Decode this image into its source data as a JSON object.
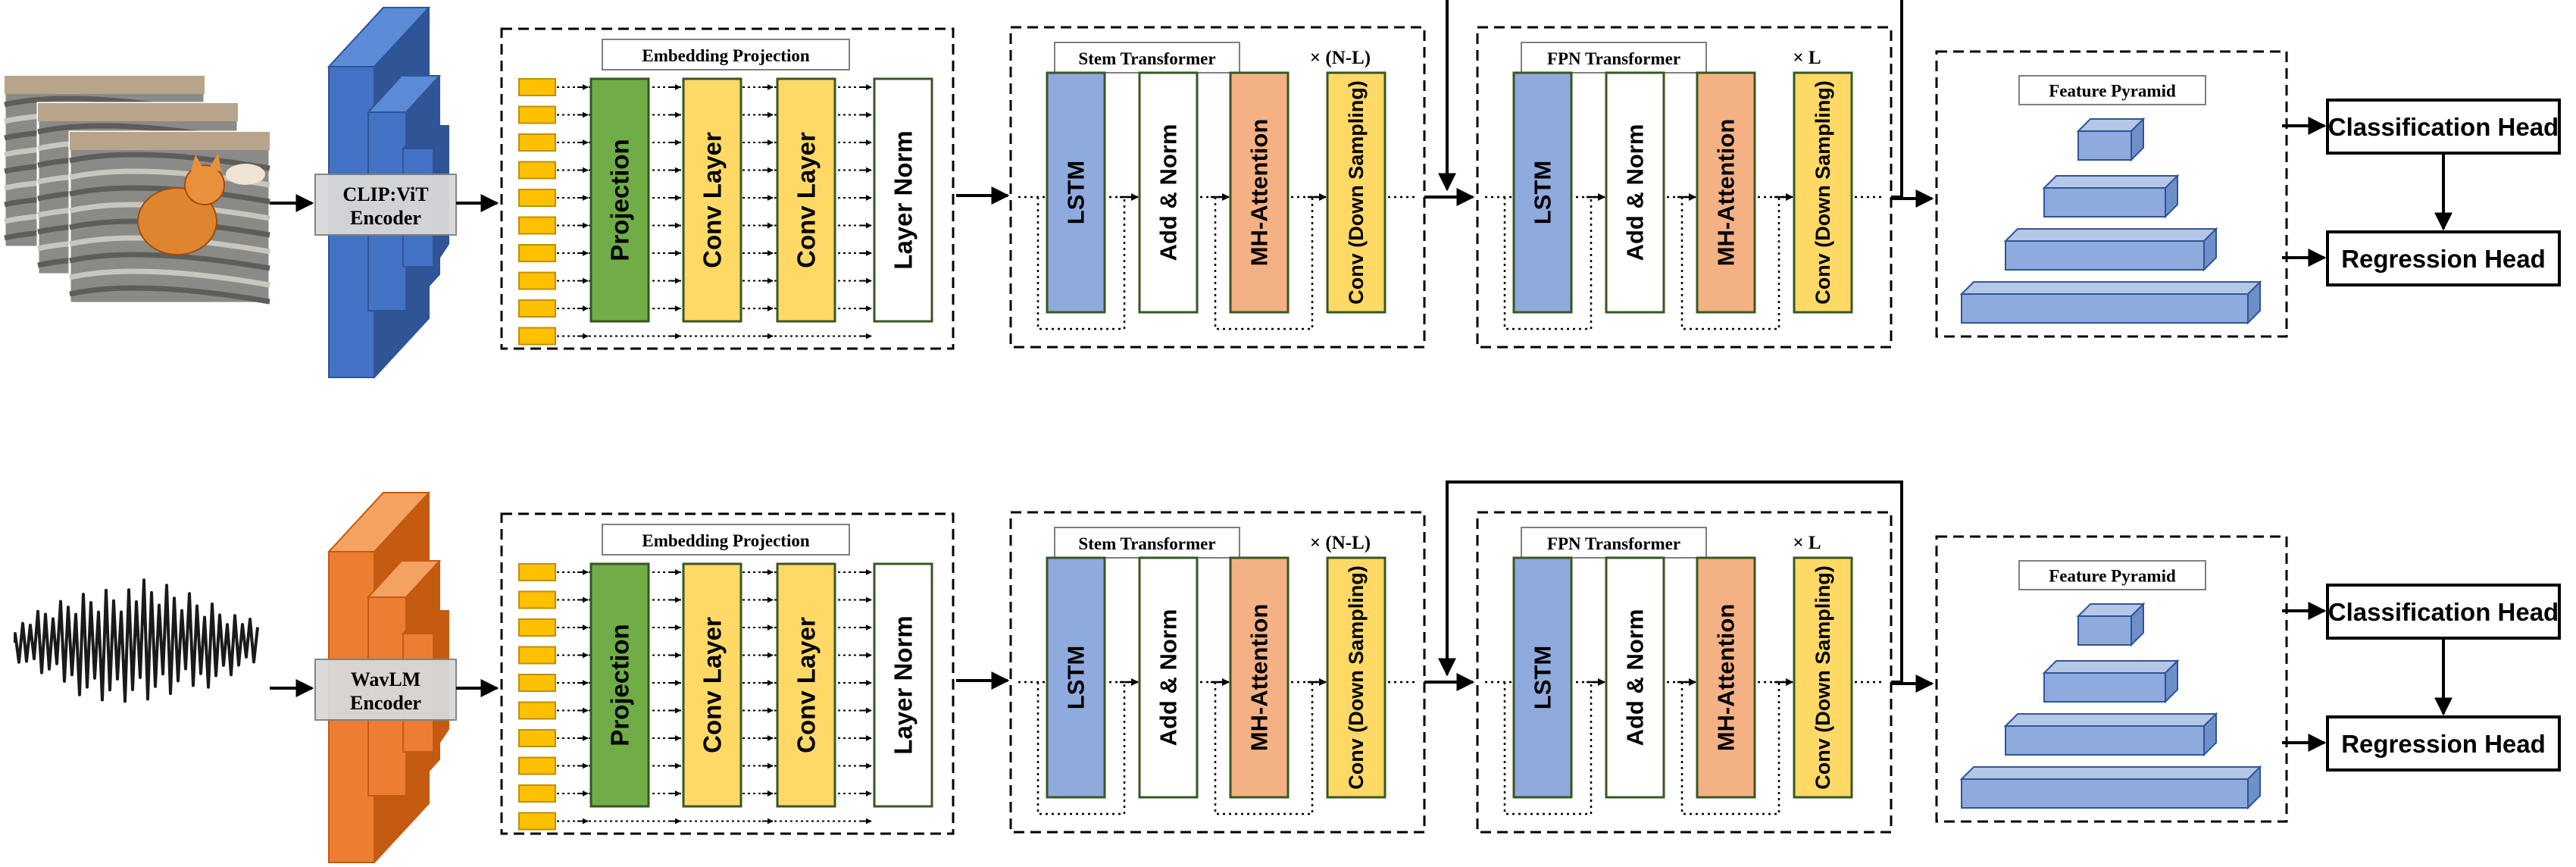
{
  "rows": [
    {
      "id": "visual",
      "encoder_label_line1": "CLIP:ViT",
      "encoder_label_line2": "Encoder",
      "encoder_color": "#4472C4",
      "encoder_color_dark": "#2F5597",
      "encoder_color_light": "#5B8BD6"
    },
    {
      "id": "audio",
      "encoder_label_line1": "WavLM",
      "encoder_label_line2": "Encoder",
      "encoder_color": "#ED7D31",
      "encoder_color_dark": "#C55A11",
      "encoder_color_light": "#F4A261"
    }
  ],
  "embedding": {
    "title": "Embedding Projection",
    "projection": "Projection",
    "conv1": "Conv Layer",
    "conv2": "Conv Layer",
    "norm": "Layer Norm"
  },
  "stem": {
    "title": "Stem Transformer",
    "repeat": "× (N-L)"
  },
  "fpn": {
    "title": "FPN Transformer",
    "repeat": "× L"
  },
  "transformer_blocks": {
    "lstm": "LSTM",
    "add_norm": "Add & Norm",
    "attention": "MH-Attention",
    "conv": "Conv (Down Sampling)"
  },
  "pyramid": {
    "title": "Feature Pyramid"
  },
  "heads": {
    "classification": "Classification Head",
    "regression": "Regression Head"
  },
  "colors": {
    "projection": "#70AD47",
    "conv": "#FFD966",
    "lstm": "#8FAADC",
    "attention": "#F4B183",
    "token": "#FFC000",
    "pyramid": "#8FAADC"
  }
}
